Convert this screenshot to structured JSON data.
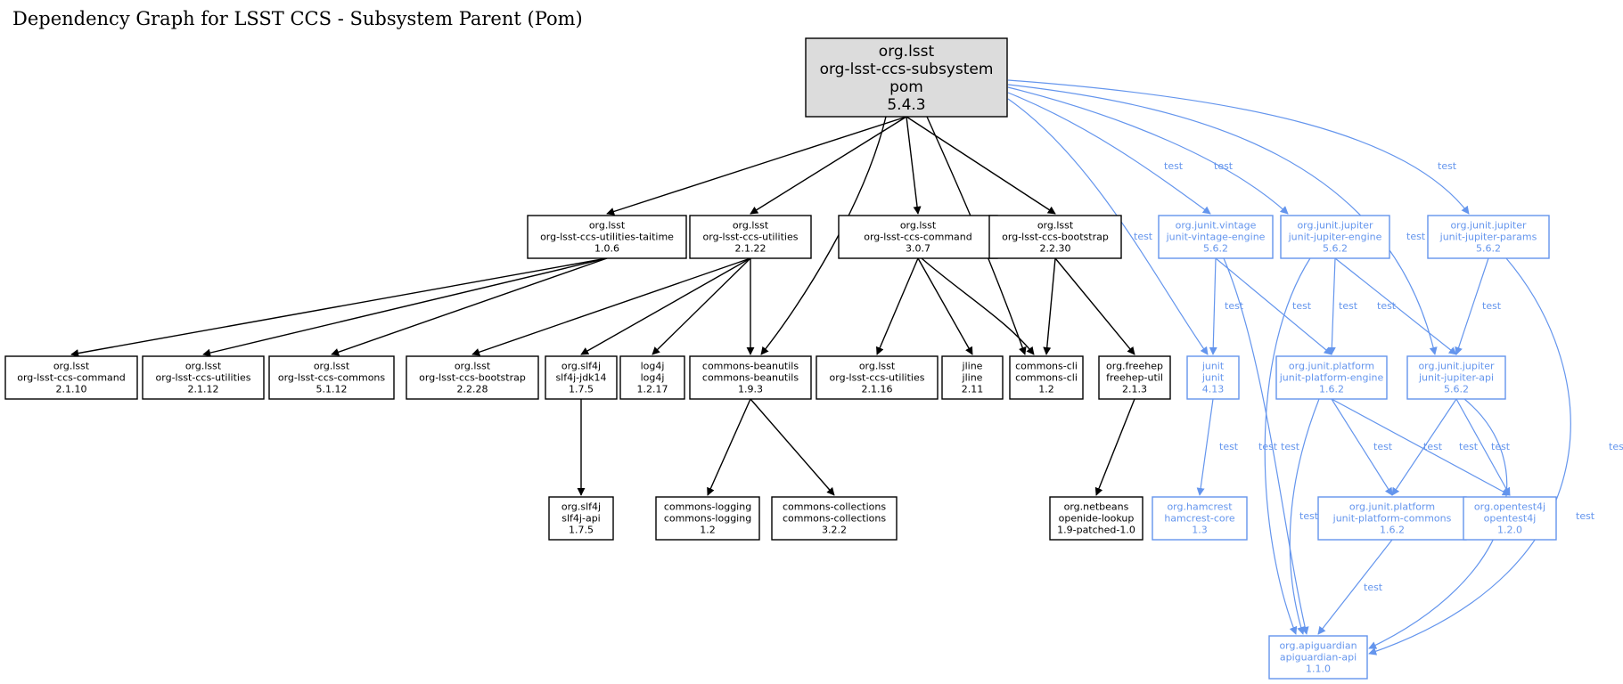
{
  "title": "Dependency Graph for LSST CCS - Subsystem Parent (Pom)",
  "colors": {
    "compile": "#000000",
    "test": "#6495ed",
    "root_fill": "#dcdcdc",
    "node_fill": "#ffffff"
  },
  "edge_label_test": "test",
  "nodes": [
    {
      "id": "root",
      "lines": [
        "org.lsst",
        "org-lsst-ccs-subsystem",
        "pom",
        "5.4.3"
      ],
      "scope": "root"
    },
    {
      "id": "taitime",
      "lines": [
        "org.lsst",
        "org-lsst-ccs-utilities-taitime",
        "1.0.6"
      ],
      "scope": "compile"
    },
    {
      "id": "utilities2122",
      "lines": [
        "org.lsst",
        "org-lsst-ccs-utilities",
        "2.1.22"
      ],
      "scope": "compile"
    },
    {
      "id": "command307",
      "lines": [
        "org.lsst",
        "org-lsst-ccs-command",
        "3.0.7"
      ],
      "scope": "compile"
    },
    {
      "id": "bootstrap2230",
      "lines": [
        "org.lsst",
        "org-lsst-ccs-bootstrap",
        "2.2.30"
      ],
      "scope": "compile"
    },
    {
      "id": "vintage",
      "lines": [
        "org.junit.vintage",
        "junit-vintage-engine",
        "5.6.2"
      ],
      "scope": "test"
    },
    {
      "id": "jupiterengine",
      "lines": [
        "org.junit.jupiter",
        "junit-jupiter-engine",
        "5.6.2"
      ],
      "scope": "test"
    },
    {
      "id": "jupiterparams",
      "lines": [
        "org.junit.jupiter",
        "junit-jupiter-params",
        "5.6.2"
      ],
      "scope": "test"
    },
    {
      "id": "command2110",
      "lines": [
        "org.lsst",
        "org-lsst-ccs-command",
        "2.1.10"
      ],
      "scope": "compile"
    },
    {
      "id": "utilities2112",
      "lines": [
        "org.lsst",
        "org-lsst-ccs-utilities",
        "2.1.12"
      ],
      "scope": "compile"
    },
    {
      "id": "commons5112",
      "lines": [
        "org.lsst",
        "org-lsst-ccs-commons",
        "5.1.12"
      ],
      "scope": "compile"
    },
    {
      "id": "bootstrap2228",
      "lines": [
        "org.lsst",
        "org-lsst-ccs-bootstrap",
        "2.2.28"
      ],
      "scope": "compile"
    },
    {
      "id": "slf4jjdk14",
      "lines": [
        "org.slf4j",
        "slf4j-jdk14",
        "1.7.5"
      ],
      "scope": "compile"
    },
    {
      "id": "log4j",
      "lines": [
        "log4j",
        "log4j",
        "1.2.17"
      ],
      "scope": "compile"
    },
    {
      "id": "beanutils",
      "lines": [
        "commons-beanutils",
        "commons-beanutils",
        "1.9.3"
      ],
      "scope": "compile"
    },
    {
      "id": "utilities2116",
      "lines": [
        "org.lsst",
        "org-lsst-ccs-utilities",
        "2.1.16"
      ],
      "scope": "compile"
    },
    {
      "id": "jline",
      "lines": [
        "jline",
        "jline",
        "2.11"
      ],
      "scope": "compile"
    },
    {
      "id": "commonscli",
      "lines": [
        "commons-cli",
        "commons-cli",
        "1.2"
      ],
      "scope": "compile"
    },
    {
      "id": "freehep",
      "lines": [
        "org.freehep",
        "freehep-util",
        "2.1.3"
      ],
      "scope": "compile"
    },
    {
      "id": "junit",
      "lines": [
        "junit",
        "junit",
        "4.13"
      ],
      "scope": "test"
    },
    {
      "id": "platformengine",
      "lines": [
        "org.junit.platform",
        "junit-platform-engine",
        "1.6.2"
      ],
      "scope": "test"
    },
    {
      "id": "jupiterapi",
      "lines": [
        "org.junit.jupiter",
        "junit-jupiter-api",
        "5.6.2"
      ],
      "scope": "test"
    },
    {
      "id": "slf4japi",
      "lines": [
        "org.slf4j",
        "slf4j-api",
        "1.7.5"
      ],
      "scope": "compile"
    },
    {
      "id": "logging",
      "lines": [
        "commons-logging",
        "commons-logging",
        "1.2"
      ],
      "scope": "compile"
    },
    {
      "id": "collections",
      "lines": [
        "commons-collections",
        "commons-collections",
        "3.2.2"
      ],
      "scope": "compile"
    },
    {
      "id": "openide",
      "lines": [
        "org.netbeans",
        "openide-lookup",
        "1.9-patched-1.0"
      ],
      "scope": "compile"
    },
    {
      "id": "hamcrest",
      "lines": [
        "org.hamcrest",
        "hamcrest-core",
        "1.3"
      ],
      "scope": "test"
    },
    {
      "id": "platformcommons",
      "lines": [
        "org.junit.platform",
        "junit-platform-commons",
        "1.6.2"
      ],
      "scope": "test"
    },
    {
      "id": "opentest4j",
      "lines": [
        "org.opentest4j",
        "opentest4j",
        "1.2.0"
      ],
      "scope": "test"
    },
    {
      "id": "apiguardian",
      "lines": [
        "org.apiguardian",
        "apiguardian-api",
        "1.1.0"
      ],
      "scope": "test"
    }
  ],
  "edges": [
    {
      "from": "root",
      "to": "taitime",
      "scope": "compile"
    },
    {
      "from": "root",
      "to": "utilities2122",
      "scope": "compile"
    },
    {
      "from": "root",
      "to": "beanutils",
      "scope": "compile"
    },
    {
      "from": "root",
      "to": "command307",
      "scope": "compile"
    },
    {
      "from": "root",
      "to": "commonscli",
      "scope": "compile"
    },
    {
      "from": "root",
      "to": "bootstrap2230",
      "scope": "compile"
    },
    {
      "from": "root",
      "to": "junit",
      "scope": "test",
      "label": "test"
    },
    {
      "from": "root",
      "to": "vintage",
      "scope": "test",
      "label": "test"
    },
    {
      "from": "root",
      "to": "jupiterengine",
      "scope": "test",
      "label": "test"
    },
    {
      "from": "root",
      "to": "jupiterapi",
      "scope": "test",
      "label": "test"
    },
    {
      "from": "root",
      "to": "jupiterparams",
      "scope": "test",
      "label": "test"
    },
    {
      "from": "taitime",
      "to": "command2110",
      "scope": "compile"
    },
    {
      "from": "taitime",
      "to": "utilities2112",
      "scope": "compile"
    },
    {
      "from": "taitime",
      "to": "commons5112",
      "scope": "compile"
    },
    {
      "from": "utilities2122",
      "to": "bootstrap2228",
      "scope": "compile"
    },
    {
      "from": "utilities2122",
      "to": "slf4jjdk14",
      "scope": "compile"
    },
    {
      "from": "utilities2122",
      "to": "log4j",
      "scope": "compile"
    },
    {
      "from": "utilities2122",
      "to": "beanutils",
      "scope": "compile"
    },
    {
      "from": "command307",
      "to": "utilities2116",
      "scope": "compile"
    },
    {
      "from": "command307",
      "to": "jline",
      "scope": "compile"
    },
    {
      "from": "command307",
      "to": "commonscli",
      "scope": "compile"
    },
    {
      "from": "bootstrap2230",
      "to": "commonscli",
      "scope": "compile"
    },
    {
      "from": "bootstrap2230",
      "to": "freehep",
      "scope": "compile"
    },
    {
      "from": "slf4jjdk14",
      "to": "slf4japi",
      "scope": "compile"
    },
    {
      "from": "beanutils",
      "to": "logging",
      "scope": "compile"
    },
    {
      "from": "beanutils",
      "to": "collections",
      "scope": "compile"
    },
    {
      "from": "freehep",
      "to": "openide",
      "scope": "compile"
    },
    {
      "from": "vintage",
      "to": "junit",
      "scope": "test",
      "label": "test"
    },
    {
      "from": "vintage",
      "to": "platformengine",
      "scope": "test",
      "label": "test"
    },
    {
      "from": "vintage",
      "to": "apiguardian",
      "scope": "test",
      "label": "test"
    },
    {
      "from": "jupiterengine",
      "to": "platformengine",
      "scope": "test",
      "label": "test"
    },
    {
      "from": "jupiterengine",
      "to": "jupiterapi",
      "scope": "test",
      "label": "test"
    },
    {
      "from": "jupiterengine",
      "to": "apiguardian",
      "scope": "test",
      "label": "test"
    },
    {
      "from": "jupiterparams",
      "to": "jupiterapi",
      "scope": "test",
      "label": "test"
    },
    {
      "from": "jupiterparams",
      "to": "apiguardian",
      "scope": "test",
      "label": "test"
    },
    {
      "from": "junit",
      "to": "hamcrest",
      "scope": "test",
      "label": "test"
    },
    {
      "from": "platformengine",
      "to": "platformcommons",
      "scope": "test",
      "label": "test"
    },
    {
      "from": "platformengine",
      "to": "opentest4j",
      "scope": "test",
      "label": "test"
    },
    {
      "from": "platformengine",
      "to": "apiguardian",
      "scope": "test",
      "label": "test"
    },
    {
      "from": "jupiterapi",
      "to": "platformcommons",
      "scope": "test",
      "label": "test"
    },
    {
      "from": "jupiterapi",
      "to": "opentest4j",
      "scope": "test",
      "label": "test"
    },
    {
      "from": "jupiterapi",
      "to": "apiguardian",
      "scope": "test",
      "label": "test"
    },
    {
      "from": "platformcommons",
      "to": "apiguardian",
      "scope": "test",
      "label": "test"
    }
  ]
}
